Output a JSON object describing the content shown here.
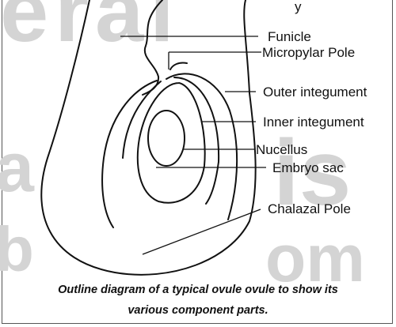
{
  "labels": {
    "funicle": "Funicle",
    "micropylar_pole": "Micropylar Pole",
    "outer_integument": "Outer integument",
    "inner_integument": "Inner integument",
    "nucellus": "Nucellus",
    "embryo_sac": "Embryo sac",
    "chalazal_pole": "Chalazal Pole"
  },
  "caption": {
    "line1": "Outline diagram of a typical ovule ovule to show its",
    "line2": "various component parts."
  },
  "top_fragment": "y",
  "colors": {
    "ink": "#111111",
    "watermark": "#d4d4d4"
  }
}
